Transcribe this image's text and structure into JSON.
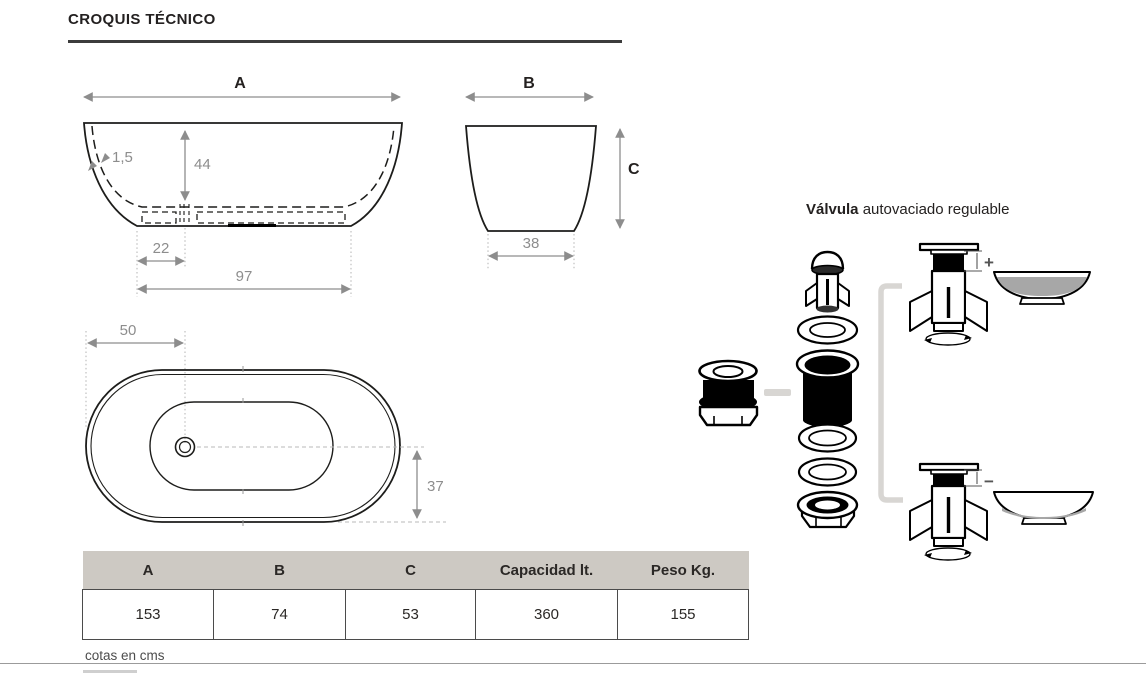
{
  "page": {
    "title": "CROQUIS TÉCNICO",
    "units_note": "cotas en cms"
  },
  "side_view": {
    "view_label": "A",
    "wall_thickness": "1,5",
    "inner_depth": "44",
    "drain_offset": "22",
    "base_length": "97"
  },
  "end_view": {
    "view_label": "B",
    "height_label": "C",
    "base_width": "38"
  },
  "top_view": {
    "drain_from_left": "50",
    "drain_to_edge": "37"
  },
  "valve": {
    "heading_bold": "Válvula",
    "heading_rest": " autovaciado regulable",
    "raise_symbol": "+",
    "lower_symbol": "−"
  },
  "table": {
    "headers": [
      "A",
      "B",
      "C",
      "Capacidad lt.",
      "Peso Kg."
    ],
    "values": [
      "153",
      "74",
      "53",
      "360",
      "155"
    ]
  },
  "colors": {
    "ink": "#1d1d1b",
    "dimension_gray": "#8d8d8d",
    "bracket_gray": "#d8d6d3",
    "water_gray": "#a7a7a7",
    "table_header_bg": "#cdc9c3"
  }
}
